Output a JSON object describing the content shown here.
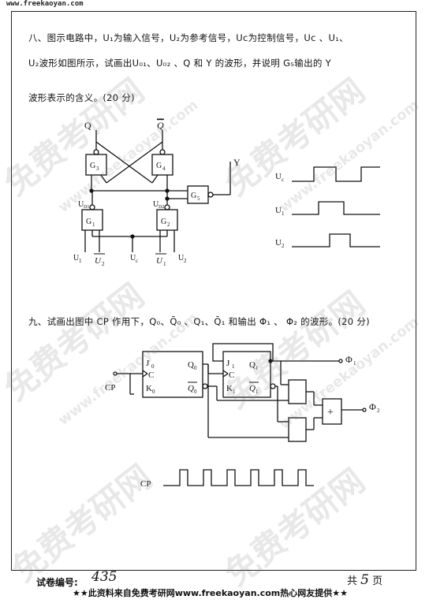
{
  "header_url": "www.freekaoyan.com",
  "q8": {
    "line1": "八、图示电路中，U₁为输入信号，U₂为参考信号，Uc为控制信号，Uc 、U₁、",
    "line2": "U₂波形如图所示，试画出U₀₁、U₀₂ 、Q 和 Y 的波形，并说明 G₅输出的 Y",
    "line3": "波形表示的含义。(20 分)"
  },
  "q9": {
    "line1": "九、试画出图中 CP 作用下，Q₀、Q̄₀ 、Q₁、Q̄₁ 和输出 Φ₁ 、 Φ₂ 的波形。(20 分)"
  },
  "circuit1": {
    "labels": {
      "q": "Q",
      "qbar": "Q",
      "g3": "G",
      "g3_sub": "3",
      "g4": "G",
      "g4_sub": "4",
      "g5": "G",
      "g5_sub": "5",
      "g1": "G",
      "g1_sub": "1",
      "g2": "G",
      "g2_sub": "2",
      "y": "Y",
      "u01": "U",
      "u01_sub": "D1",
      "u02": "U",
      "u02_sub": "D2",
      "in_u1_left": "U",
      "in_u1_left_sub": "1",
      "in_u2bar": "U",
      "in_u2bar_sub": "2",
      "in_uc": "U",
      "in_uc_sub": "c",
      "in_u1bar": "U",
      "in_u1bar_sub": "1",
      "in_u2_right": "U",
      "in_u2_right_sub": "2"
    }
  },
  "waveforms1": {
    "uc": "U",
    "uc_sub": "c",
    "u1": "U",
    "u1_sub": "1",
    "u2": "U",
    "u2_sub": "2"
  },
  "circuit2": {
    "ff0_j": "J",
    "ff0_j_sub": "0",
    "ff0_c": "C",
    "ff0_k": "K",
    "ff0_k_sub": "0",
    "ff0_q": "Q",
    "ff0_q_sub": "0",
    "ff0_qbar": "Q",
    "ff0_qbar_sub": "0",
    "ff1_j": "J",
    "ff1_j_sub": "1",
    "ff1_c": "C",
    "ff1_k": "K",
    "ff1_k_sub": "1",
    "ff1_q": "Q",
    "ff1_q_sub": "1",
    "ff1_qbar": "Q",
    "ff1_qbar_sub": "1",
    "cp": "CP",
    "phi1": "Φ",
    "phi1_sub": "1",
    "phi2": "Φ",
    "phi2_sub": "2",
    "or_symbol": "+"
  },
  "cp_wave": {
    "label": "CP"
  },
  "watermark": {
    "cn": "免费考研网",
    "url": "www.freekaoyan.com"
  },
  "footer": {
    "exam_label": "试卷编号:",
    "exam_number": "435",
    "total_prefix": "共",
    "total_pages": "5",
    "total_suffix": "页",
    "banner": "★★此资料来自免费考研网www.freekaoyan.com热心网友提供★★"
  }
}
